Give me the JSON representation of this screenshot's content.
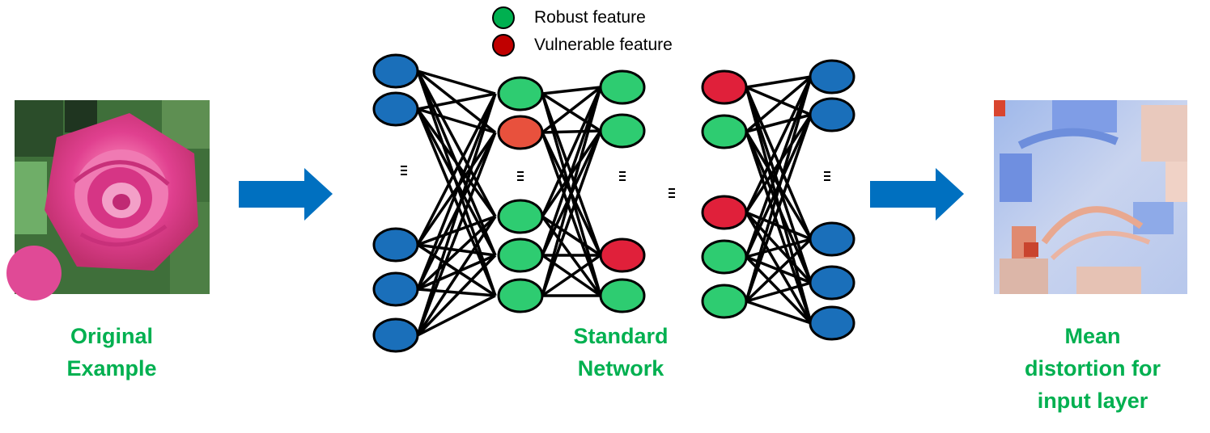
{
  "legend": {
    "robust": {
      "label": "Robust feature",
      "color": "#00b050"
    },
    "vulnerable": {
      "label": "Vulnerable feature",
      "color": "#c00000"
    }
  },
  "captions": {
    "original": {
      "line1": "Original",
      "line2": "Example"
    },
    "network": {
      "line1": "Standard",
      "line2": "Network"
    },
    "distortion": {
      "line1": "Mean",
      "line2": "distortion for",
      "line3": "input layer"
    }
  },
  "colors": {
    "input_node": "#1a6fba",
    "robust_node": "#2ecc71",
    "vulnerable_node_a": "#e8513d",
    "vulnerable_node_b": "#e0203a",
    "arrow": "#0070c0",
    "caption": "#00b050"
  },
  "icons": {
    "original_image": "pink-rose-image",
    "distortion_map": "blue-red-heatmap-image",
    "ellipsis": "vertical-ellipsis-icon"
  }
}
